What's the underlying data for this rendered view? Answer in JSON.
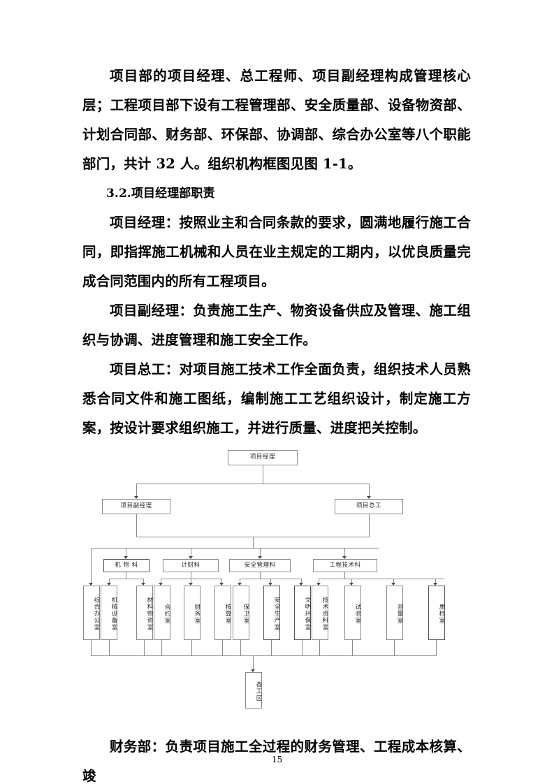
{
  "document": {
    "page_number": "15",
    "paragraphs": [
      {
        "id": "p1",
        "style": "body",
        "text": "项目部的项目经理、总工程师、项目副经理构成管理核心层；工程项目部下设有工程管理部、安全质量部、设备物资部、计划合同部、财务部、环保部、协调部、综合办公室等八个职能部门，共计 32 人。组织机构框图见图 1-1。"
      },
      {
        "id": "p2",
        "style": "heading",
        "text": "3.2.项目经理部职责"
      },
      {
        "id": "p3",
        "style": "body",
        "text": "项目经理：按照业主和合同条款的要求，圆满地履行施工合同，即指挥施工机械和人员在业主规定的工期内，以优良质量完成合同范围内的所有工程项目。"
      },
      {
        "id": "p4",
        "style": "body",
        "text": "项目副经理：负责施工生产、物资设备供应及管理、施工组织与协调、进度管理和施工安全工作。"
      },
      {
        "id": "p5",
        "style": "body",
        "text": "项目总工：对项目施工技术工作全面负责，组织技术人员熟悉合同文件和施工图纸，编制施工工艺组织设计，制定施工方案，按设计要求组织施工，并进行质量、进度把关控制。"
      },
      {
        "id": "p6",
        "style": "body",
        "text": "财务部：负责项目施工全过程的财务管理、工程成本核算、竣"
      }
    ]
  },
  "org_chart": {
    "caption_reference": "图 1-1",
    "level1": {
      "label": "项目经理"
    },
    "level2": [
      {
        "label": "项目副经理"
      },
      {
        "label": "项目总工"
      }
    ],
    "level3": [
      {
        "label": "机 物 科"
      },
      {
        "label": "计财科"
      },
      {
        "label": "安全管理科"
      },
      {
        "label": "工程技术科"
      }
    ],
    "level4": [
      {
        "label": "综合办公室"
      },
      {
        "label": "机械设备室"
      },
      {
        "label": "材料物资室"
      },
      {
        "label": "合约室"
      },
      {
        "label": "财务室"
      },
      {
        "label": "核算室"
      },
      {
        "label": "保卫室"
      },
      {
        "label": "安全生产室"
      },
      {
        "label": "文明环保室"
      },
      {
        "label": "技术资料室"
      },
      {
        "label": "试验室"
      },
      {
        "label": "测量室"
      },
      {
        "label": "质检室"
      }
    ],
    "level5": {
      "label": "各工区"
    }
  }
}
